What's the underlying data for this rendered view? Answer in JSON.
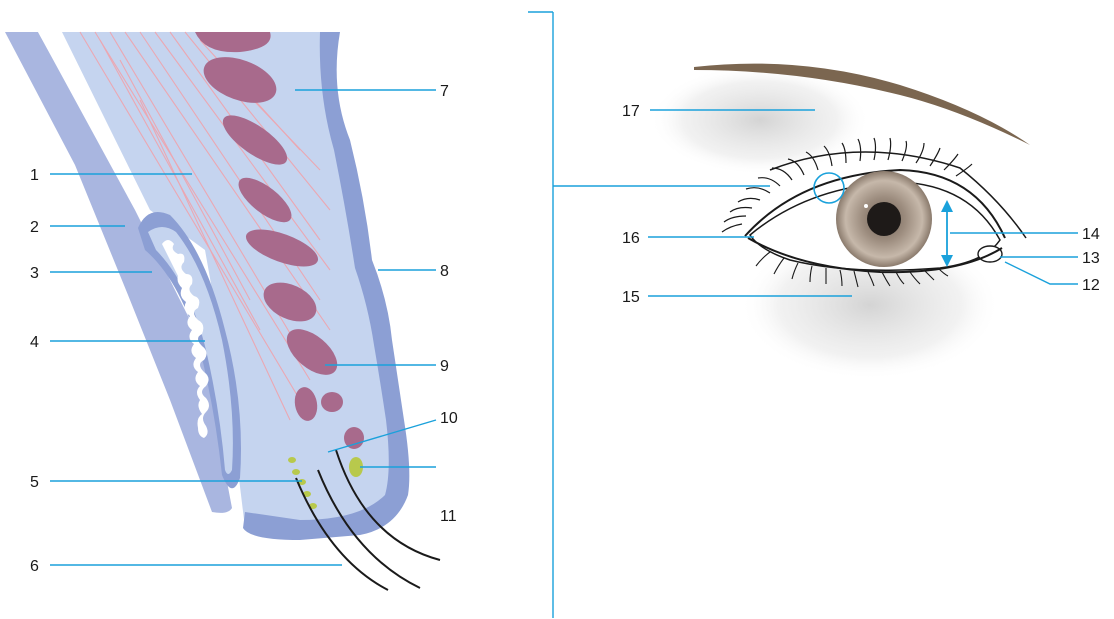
{
  "labels": {
    "l1": "1",
    "l2": "2",
    "l3": "3",
    "l4": "4",
    "l5": "5",
    "l6": "6",
    "l7": "7",
    "l8": "8",
    "l9": "9",
    "l10": "10",
    "l11": "11",
    "l12": "12",
    "l13": "13",
    "l14": "14",
    "l15": "15",
    "l16": "16",
    "l17": "17"
  },
  "colors": {
    "leader": "#1aa1db",
    "tissue_light": "#c5d4ef",
    "tissue_border": "#8c9fd4",
    "muscle_fiber": "#f2a0a8",
    "gland": "#a86a8c",
    "sweat_gland": "#b8c94c",
    "iris": "#a8998a",
    "pupil": "#1e1a18",
    "brow": "#7b6650",
    "shadow": "#d8d8d8"
  }
}
